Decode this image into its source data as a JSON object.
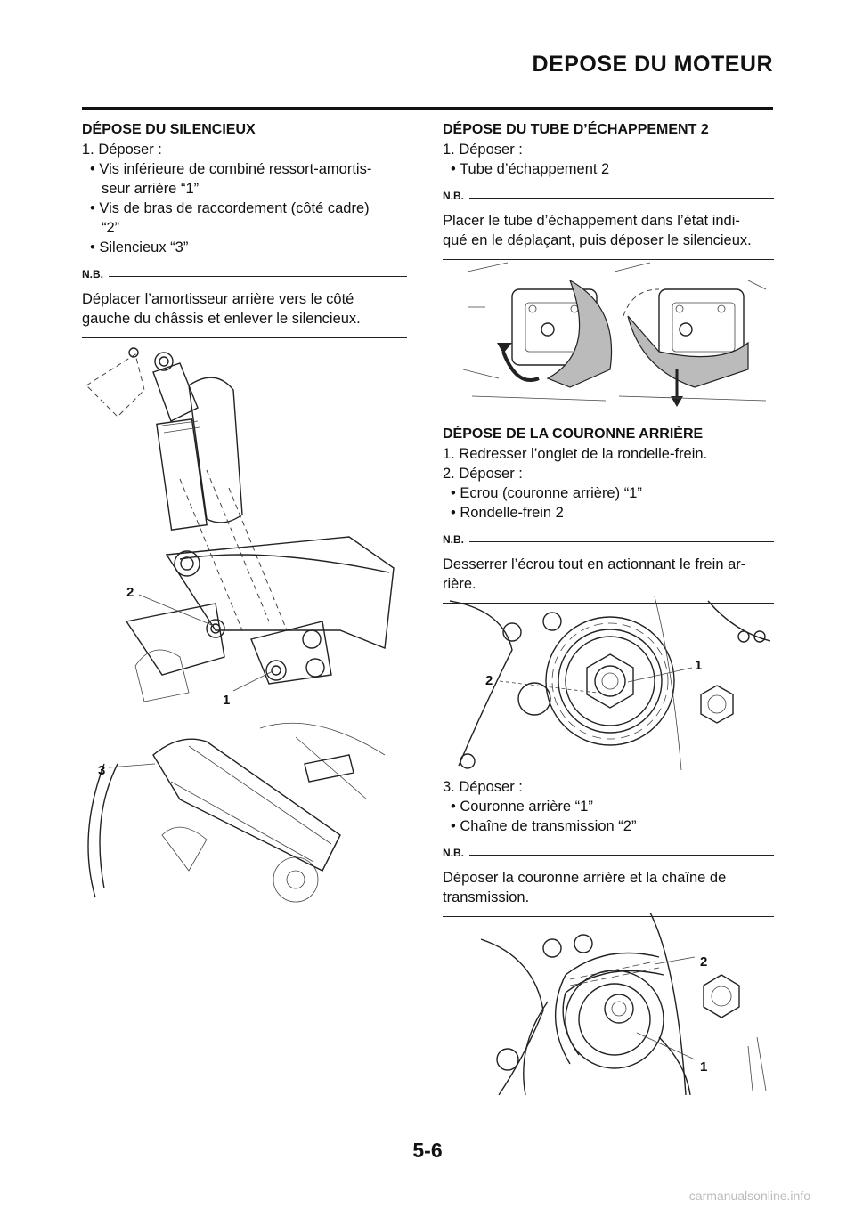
{
  "header": {
    "title": "DEPOSE DU MOTEUR"
  },
  "left": {
    "heading": "DÉPOSE DU SILENCIEUX",
    "step1": "1.  Déposer :",
    "bullet1a": "• Vis inférieure de combiné ressort-amortis-",
    "bullet1b": "seur arrière “1”",
    "bullet2a": "• Vis de bras de raccordement (côté cadre)",
    "bullet2b": "“2”",
    "bullet3": "• Silencieux “3”",
    "nb_label": "N.B.",
    "nb_text_1": "Déplacer l’amortisseur arrière vers le côté",
    "nb_text_2": "gauche du châssis et enlever le silencieux.",
    "fig_labels": [
      "2",
      "1",
      "3"
    ]
  },
  "right": {
    "sec1": {
      "heading": "DÉPOSE DU TUBE D’ÉCHAPPEMENT 2",
      "step1": "1.  Déposer :",
      "bullet1": "• Tube d’échappement 2",
      "nb_label": "N.B.",
      "nb_text_1": "Placer le tube d’échappement dans l’état indi-",
      "nb_text_2": "qué en le déplaçant, puis déposer le silencieux."
    },
    "sec2": {
      "heading": "DÉPOSE DE LA COURONNE ARRIÈRE",
      "step1": "1.  Redresser l’onglet de la rondelle-frein.",
      "step2": "2.  Déposer :",
      "bullet1": "• Ecrou (couronne arrière) “1”",
      "bullet2": "• Rondelle-frein 2",
      "nb_label": "N.B.",
      "nb_text_1": "Desserrer l’écrou tout en actionnant le frein ar-",
      "nb_text_2": "rière.",
      "fig_labels": [
        "2",
        "1"
      ]
    },
    "sec3": {
      "step3": "3.  Déposer :",
      "bullet1": "• Couronne arrière “1”",
      "bullet2": "• Chaîne de transmission “2”",
      "nb_label": "N.B.",
      "nb_text_1": "Déposer la couronne arrière et la chaîne de",
      "nb_text_2": "transmission.",
      "fig_labels": [
        "2",
        "1"
      ]
    }
  },
  "footer": {
    "page_number": "5-6",
    "watermark": "carmanualsonline.info"
  }
}
